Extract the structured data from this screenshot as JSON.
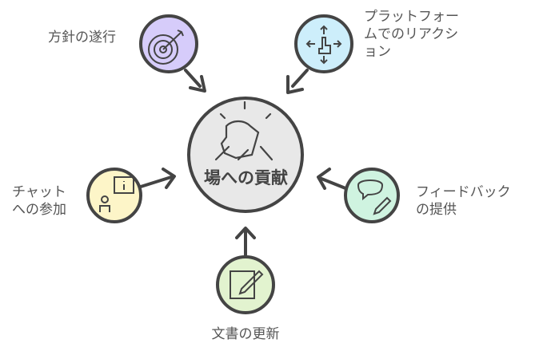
{
  "center": {
    "title": "場への貢献",
    "icon": "handshake-icon",
    "color": "#e8e8e8"
  },
  "nodes": [
    {
      "label_lines": [
        "方針の遂行"
      ],
      "icon": "target-icon",
      "color": "#d6ccfa"
    },
    {
      "label_lines": [
        "プラットフォー",
        "ムでのリアクシ",
        "ョン"
      ],
      "icon": "move-gesture-icon",
      "color": "#cdeefb"
    },
    {
      "label_lines": [
        "チャット",
        "への参加"
      ],
      "icon": "chat-person-icon",
      "color": "#fdf5c8"
    },
    {
      "label_lines": [
        "フィードバック",
        "の提供"
      ],
      "icon": "feedback-pencil-icon",
      "color": "#cff3e0"
    },
    {
      "label_lines": [
        "文書の更新"
      ],
      "icon": "document-edit-icon",
      "color": "#e2f3cf"
    }
  ]
}
